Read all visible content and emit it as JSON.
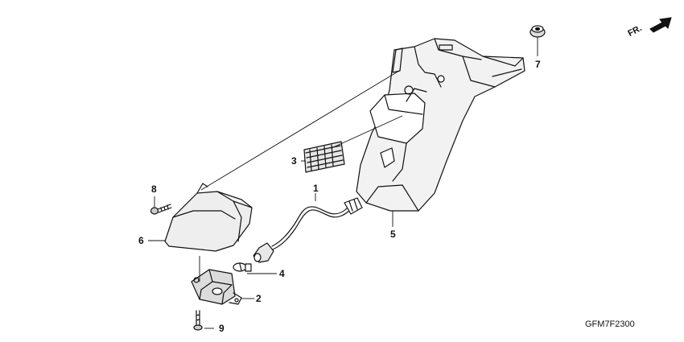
{
  "direction_label": "FR.",
  "diagram_code": "GFM7F2300",
  "callouts": {
    "c1": "1",
    "c2": "2",
    "c3": "3",
    "c4": "4",
    "c5": "5",
    "c6": "6",
    "c7": "7",
    "c8": "8",
    "c9": "9"
  }
}
